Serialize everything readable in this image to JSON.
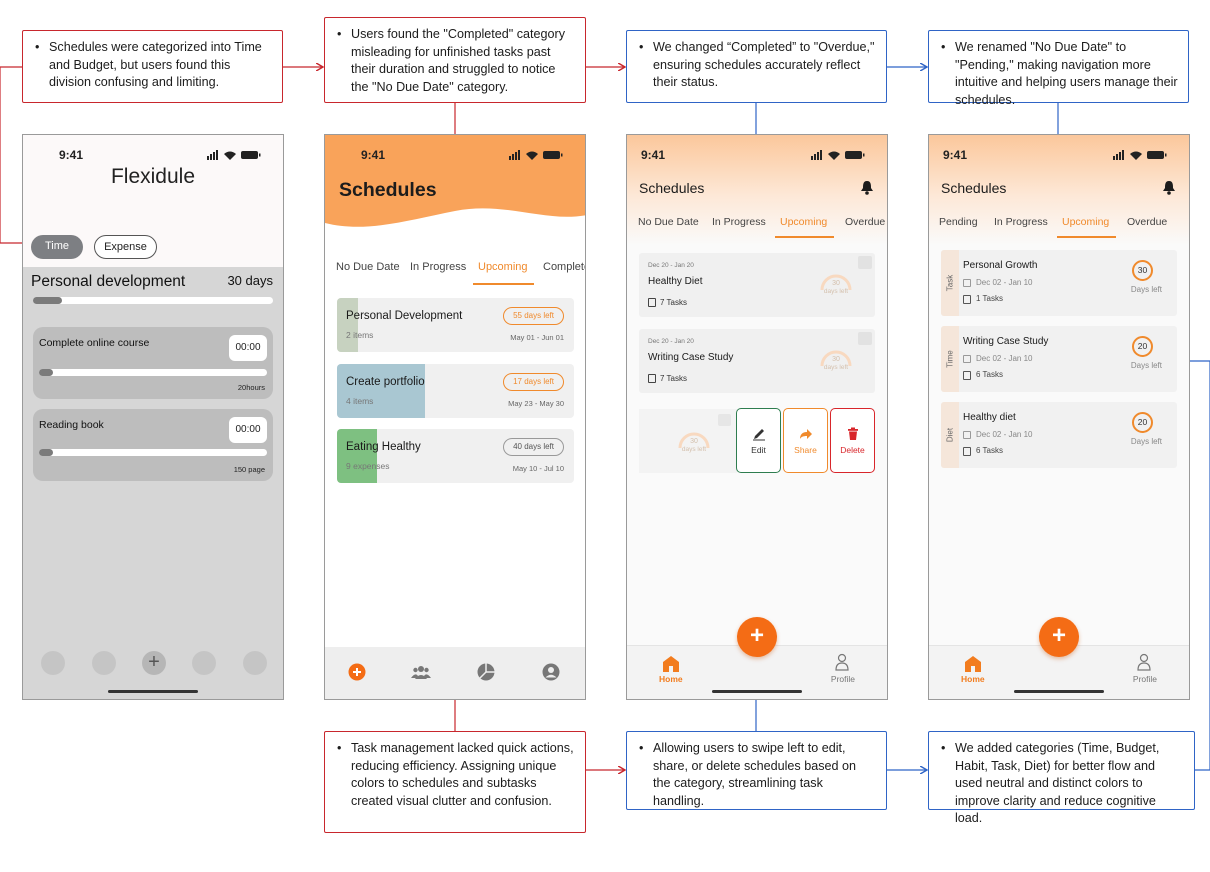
{
  "notes": {
    "n1": "Schedules were categorized into Time and Budget, but users found this division confusing and limiting.",
    "n2": "Users found the \"Completed\" category misleading for unfinished tasks past their duration and struggled to notice the \"No Due Date\" category.",
    "n3": "We changed “Completed” to \"Overdue,\" ensuring schedules accurately reflect their status.",
    "n4": "We renamed \"No Due Date\" to \"Pending,\" making navigation more intuitive and helping users manage their schedules.",
    "n5": "Task management lacked quick actions, reducing efficiency. Assigning unique colors to schedules and subtasks created visual clutter and confusion.",
    "n6": "Allowing users to swipe left to edit, share, or delete schedules based on the category, streamlining task handling.",
    "n7": "We added categories (Time, Budget, Habit, Task, Diet) for better flow and used neutral and distinct colors to improve clarity and reduce cognitive load."
  },
  "colors": {
    "red": "#c8272d",
    "blue": "#2f64c6",
    "orange": "#f08a2c",
    "fab": "#f46c15"
  },
  "phone1": {
    "time": "9:41",
    "title": "Flexidule",
    "chip_on": "Time",
    "chip_off": "Expense",
    "section_title": "Personal development",
    "section_days": "30 days",
    "section_progress": 0.12,
    "cards": [
      {
        "label": "Complete online course",
        "timer": "00:00",
        "meta": "20hours",
        "progress": 0.06
      },
      {
        "label": "Reading book",
        "timer": "00:00",
        "meta": "150 page",
        "progress": 0.06
      }
    ]
  },
  "phone2": {
    "time": "9:41",
    "title": "Schedules",
    "tabs": [
      "No Due Date",
      "In Progress",
      "Upcoming",
      "Complete"
    ],
    "cards": [
      {
        "name": "Personal Development",
        "sub": "2 items",
        "pill": "55 days left",
        "range": "May 01 - Jun 01",
        "color": "#c7d2c0",
        "fill": 0.09,
        "pill_color": "#f08a2c"
      },
      {
        "name": "Create portfolio",
        "sub": "4 items",
        "pill": "17 days left",
        "range": "May 23 - May 30",
        "color": "#a9c7d2",
        "fill": 0.37,
        "pill_color": "#f08a2c"
      },
      {
        "name": "Eating Healthy",
        "sub": "9 expenses",
        "pill": "40 days left",
        "range": "May 10 - Jul 10",
        "color": "#7ec081",
        "fill": 0.17,
        "pill_color": "#999999"
      }
    ]
  },
  "phone3": {
    "time": "9:41",
    "title": "Schedules",
    "tabs": [
      "No Due Date",
      "In Progress",
      "Upcoming",
      "Overdue"
    ],
    "cards": [
      {
        "date": "Dec 20 - Jan 20",
        "name": "Healthy Diet",
        "tasks": "7 Tasks",
        "num": "30",
        "left": "days left"
      },
      {
        "date": "Dec 20 - Jan 20",
        "name": "Writing Case Study",
        "tasks": "7 Tasks",
        "num": "30",
        "left": "days left"
      }
    ],
    "swipe": {
      "num": "30",
      "left": "days left"
    },
    "actions": {
      "edit": "Edit",
      "share": "Share",
      "delete": "Delete"
    },
    "nav": {
      "home": "Home",
      "profile": "Profile"
    }
  },
  "phone4": {
    "time": "9:41",
    "title": "Schedules",
    "tabs": [
      "Pending",
      "In Progress",
      "Upcoming",
      "Overdue"
    ],
    "cards": [
      {
        "cat": "Task",
        "name": "Personal Growth",
        "dates": "Dec 02 - Jan 10",
        "tasks": "1 Tasks",
        "num": "30",
        "left": "Days left"
      },
      {
        "cat": "Time",
        "name": "Writing Case Study",
        "dates": "Dec 02 - Jan 10",
        "tasks": "6 Tasks",
        "num": "20",
        "left": "Days left"
      },
      {
        "cat": "Diet",
        "name": "Healthy diet",
        "dates": "Dec 02 - Jan 10",
        "tasks": "6 Tasks",
        "num": "20",
        "left": "Days left"
      }
    ],
    "nav": {
      "home": "Home",
      "profile": "Profile"
    }
  }
}
